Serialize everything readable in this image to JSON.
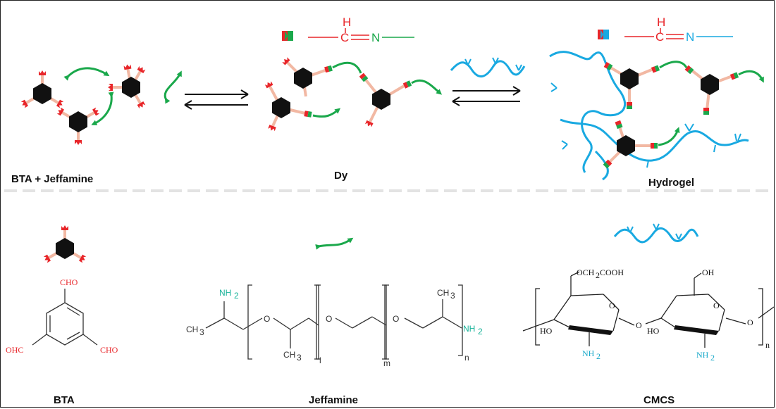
{
  "colors": {
    "red": "#e8262a",
    "green": "#1aa84b",
    "cyan": "#19a9e1",
    "black": "#111111",
    "link": "#f2b8a3",
    "teal": "#19b39a",
    "divider": "#e3e3e3"
  },
  "labels": {
    "bta_jeffamine": "BTA  +  Jeffamine",
    "dy": "Dy",
    "hydrogel": "Hydrogel",
    "bta": "BTA",
    "jeffamine": "Jeffamine",
    "cmcs": "CMCS"
  },
  "imine": {
    "h": "H",
    "c": "C",
    "n": "N"
  },
  "bta_structure": {
    "cho_top": "CHO",
    "ohc_left": "OHC",
    "cho_right": "CHO"
  },
  "jeffamine_structure": {
    "nh2_left": "NH",
    "nh2_left_sub": "2",
    "ch3_left": "CH",
    "ch3_left_sub": "3",
    "o1": "O",
    "o2": "O",
    "o3": "O",
    "ch3_mid": "CH",
    "ch3_mid_sub": "3",
    "ch3_right": "CH",
    "ch3_right_sub": "3",
    "nh2_right": "NH",
    "nh2_right_sub": "2",
    "sub_l": "l",
    "sub_m": "m",
    "sub_n": "n"
  },
  "cmcs_structure": {
    "och2cooh_a": "OCH",
    "och2cooh_sub": "2",
    "och2cooh_b": "COOH",
    "oh_top": "OH",
    "ring_o1": "O",
    "ring_o2": "O",
    "bridge_o": "O",
    "end_o": "O",
    "ho1": "HO",
    "ho2": "HO",
    "nh2_1": "NH",
    "nh2_1_sub": "2",
    "nh2_2": "NH",
    "nh2_2_sub": "2",
    "sub_n": "n"
  }
}
